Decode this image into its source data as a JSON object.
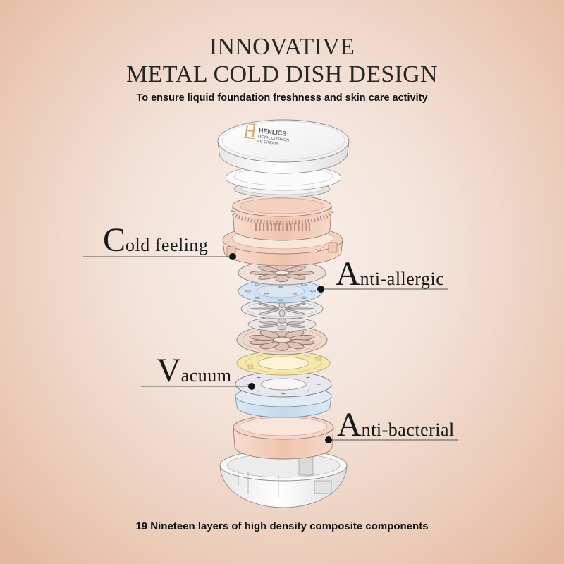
{
  "title": {
    "line1": "INNOVATIVE",
    "line2": "METAL COLD DISH DESIGN"
  },
  "subtitle": "To ensure liquid foundation freshness and skin care activity",
  "product": {
    "brand": "HENLICS",
    "line1": "METAL CUSHION",
    "line2": "BC CREAM"
  },
  "callouts": {
    "cold_feeling": "Cold feeling",
    "anti_allergic": "Anti-allergic",
    "vacuum": "Vacuum",
    "anti_bacterial": "Anti-bacterial"
  },
  "footer": "19 Nineteen layers of high density composite components",
  "colors": {
    "text": "#1e1e1e",
    "layer_pink": "#f2cbb8",
    "layer_blue": "#cfe0ef",
    "layer_yellow": "#f6e7ac",
    "layer_white": "#f7f7f7",
    "logo_gold": "#c9a86a",
    "callout_dot": "#111111"
  }
}
